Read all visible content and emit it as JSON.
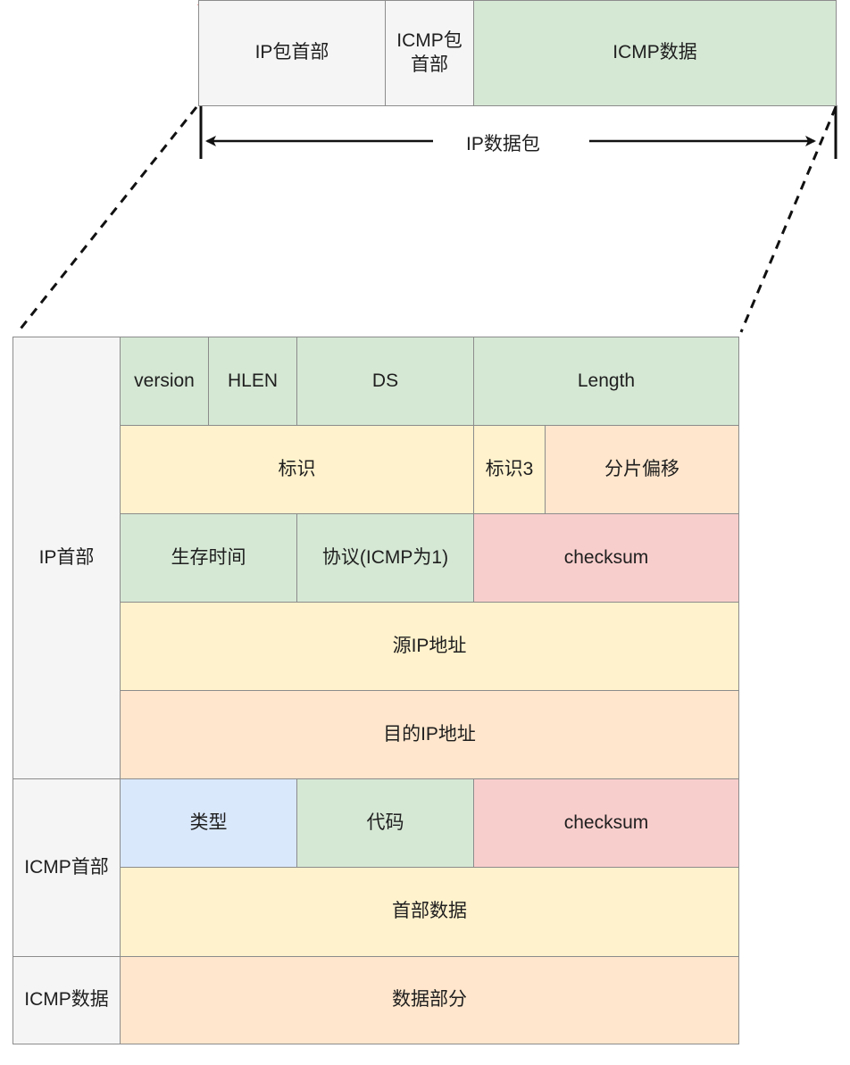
{
  "packet": {
    "ip_header": "IP包首部",
    "icmp_header_line1": "ICMP包",
    "icmp_header_line2": "首部",
    "icmp_data": "ICMP数据",
    "span_label": "IP数据包"
  },
  "detail": {
    "left_labels": {
      "ip_header": "IP首部",
      "icmp_header": "ICMP首部",
      "icmp_data": "ICMP数据"
    },
    "row1": {
      "version": "version",
      "hlen": "HLEN",
      "ds": "DS",
      "length": "Length"
    },
    "row2": {
      "identification": "标识",
      "flags": "标识3",
      "fragment_offset": "分片偏移"
    },
    "row3": {
      "ttl": "生存时间",
      "protocol": "协议(ICMP为1)",
      "checksum": "checksum"
    },
    "row4": {
      "source_ip": "源IP地址"
    },
    "row5": {
      "dest_ip": "目的IP地址"
    },
    "row6": {
      "type": "类型",
      "code": "代码",
      "checksum": "checksum"
    },
    "row7": {
      "header_data": "首部数据"
    },
    "row8": {
      "data_part": "数据部分"
    }
  },
  "colors": {
    "grey": "#f5f5f5",
    "green": "#d5e8d4",
    "yellow": "#fff2cc",
    "orange": "#ffe6cc",
    "red": "#f8cecc",
    "blue": "#dae8fc",
    "border": "#8c8c8c",
    "accent_red": "#e03030"
  }
}
